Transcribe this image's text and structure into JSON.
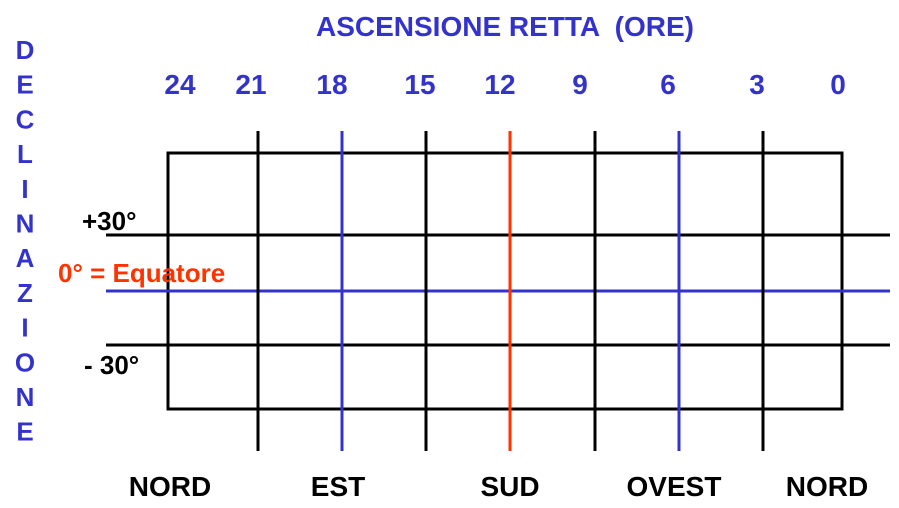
{
  "title": "ASCENSIONE RETTA  (ORE)",
  "vertical_label": "DECLINAZIONE",
  "ra_ticks": [
    "24",
    "21",
    "18",
    "15",
    "12",
    "9",
    "6",
    "3",
    "0"
  ],
  "dec_labels": {
    "plus30": "+30°",
    "equator": "0° = Equatore",
    "minus30": "- 30°"
  },
  "directions": [
    "NORD",
    "EST",
    "SUD",
    "OVEST",
    "NORD"
  ],
  "colors": {
    "blue": "#3333cc",
    "red": "#ff3300",
    "black": "#000000"
  }
}
